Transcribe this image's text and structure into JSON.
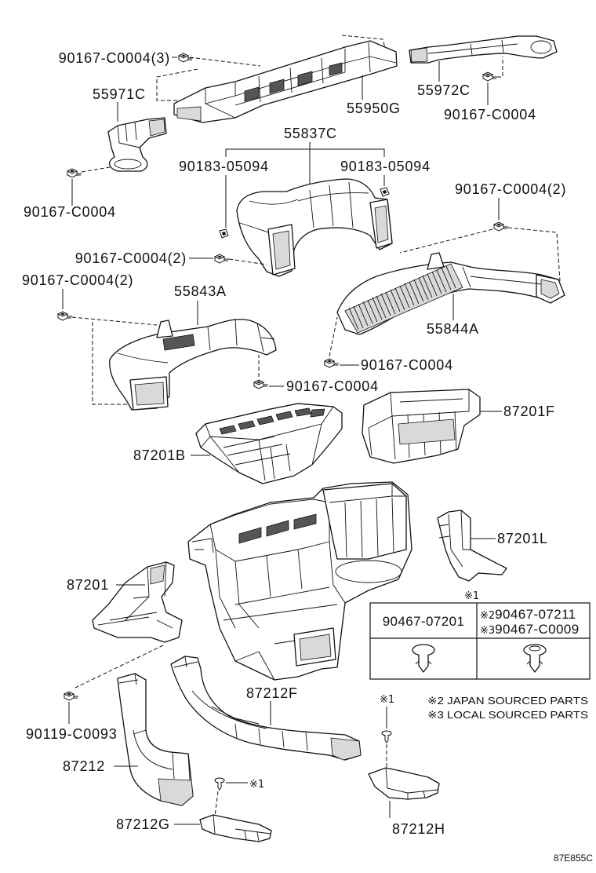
{
  "callouts": {
    "bolt_top_left": "90167-C0004(3)",
    "duct_55971C": "55971C",
    "duct_55950G": "55950G",
    "duct_55972C": "55972C",
    "bolt_top_right": "90167-C0004",
    "duct_55837C": "55837C",
    "clip_left": "90183-05094",
    "clip_right": "90183-05094",
    "bolt_upper_left": "90167-C0004",
    "bolt_pair_right": "90167-C0004(2)",
    "bolt_pair_center": "90167-C0004(2)",
    "bolt_pair_left": "90167-C0004(2)",
    "duct_55843A": "55843A",
    "duct_55844A": "55844A",
    "bolt_mid_right": "90167-C0004",
    "bolt_mid_center": "90167-C0004",
    "case_87201F": "87201F",
    "case_87201B": "87201B",
    "case_87201L": "87201L",
    "case_87201": "87201",
    "duct_87212F": "87212F",
    "screw_90119": "90119-C0093",
    "duct_87212": "87212",
    "duct_87212G": "87212G",
    "duct_87212H": "87212H",
    "mark_87212G_clip": "※1",
    "mark_87212H_clip": "※1"
  },
  "clip_table": {
    "mark": "※1",
    "left_part": "90467-07201",
    "right_parts": [
      {
        "mark": "※2",
        "part": "90467-07211"
      },
      {
        "mark": "※3",
        "part": "90467-C0009"
      }
    ]
  },
  "notes": [
    "※2 JAPAN SOURCED PARTS",
    "※3 LOCAL SOURCED PARTS"
  ],
  "illustration_code": "87E855C"
}
